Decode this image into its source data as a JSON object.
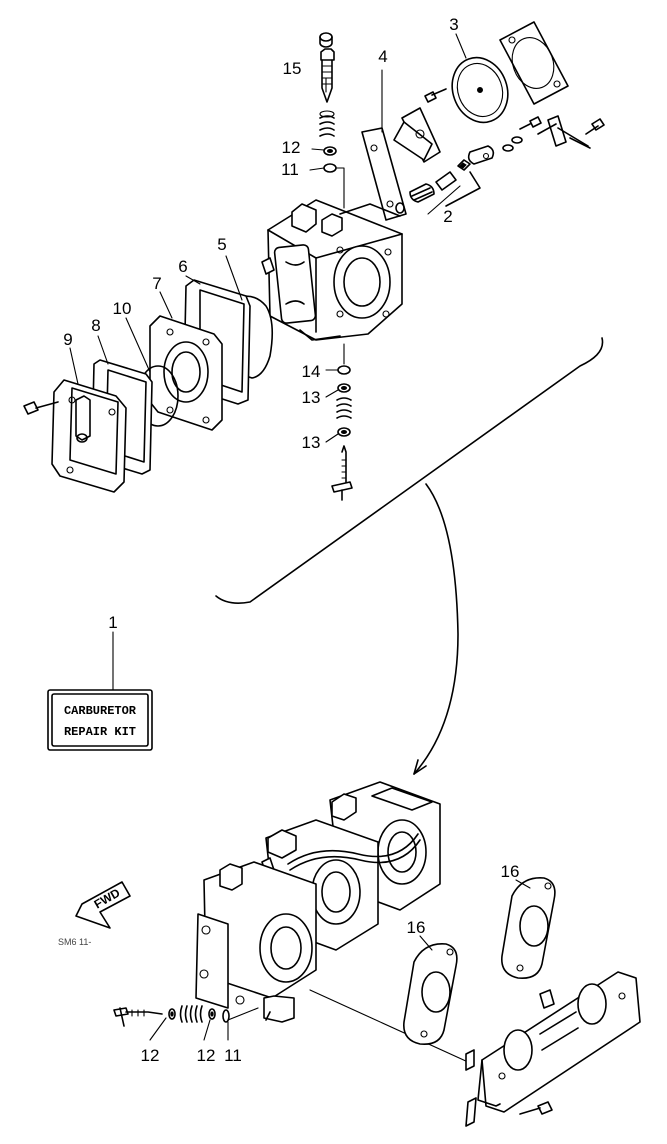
{
  "callouts": {
    "n1": "1",
    "n2": "2",
    "n3": "3",
    "n4": "4",
    "n5": "5",
    "n6": "6",
    "n7": "7",
    "n8": "8",
    "n9": "9",
    "n10": "10",
    "n11a": "11",
    "n11b": "11",
    "n12a": "12",
    "n12b": "12",
    "n12c": "12",
    "n13a": "13",
    "n13b": "13",
    "n14": "14",
    "n15": "15",
    "n16a": "16",
    "n16b": "16"
  },
  "repair_kit": {
    "line1": "CARBURETOR",
    "line2": "REPAIR KIT"
  },
  "fwd_label": "FWD",
  "fragment_text": "SM6 11-"
}
